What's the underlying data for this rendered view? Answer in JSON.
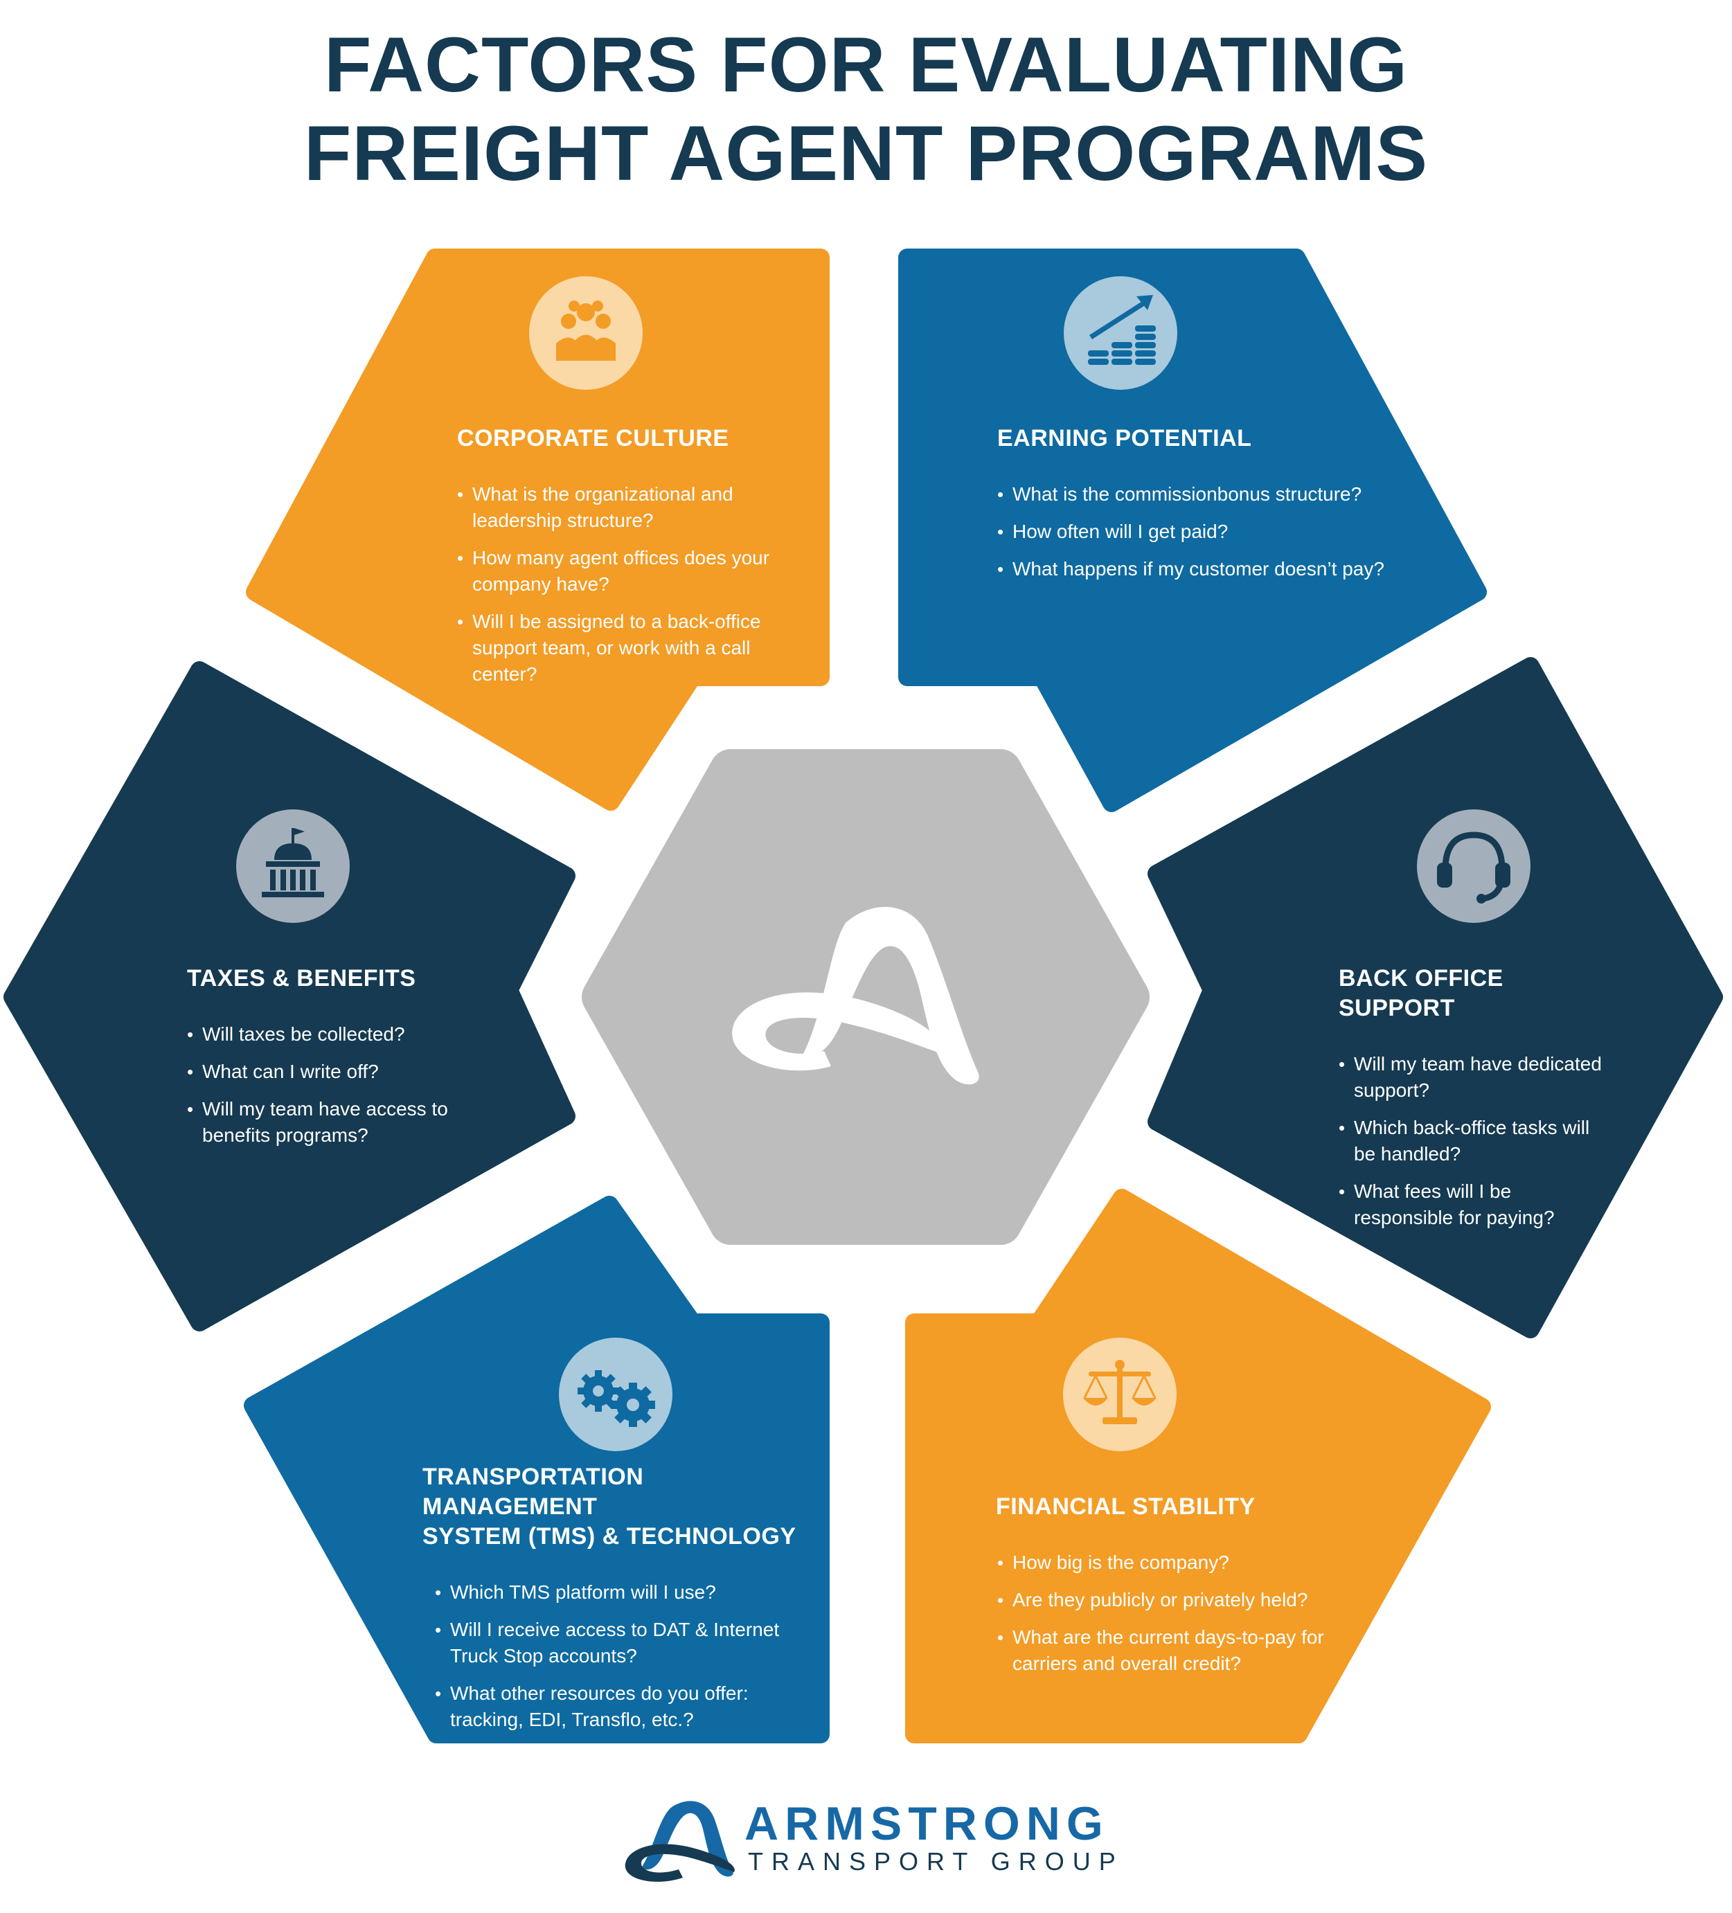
{
  "title": {
    "line1": "FACTORS FOR EVALUATING",
    "line2": "FREIGHT AGENT PROGRAMS"
  },
  "colors": {
    "title": "#153a51",
    "orange": "#f39c26",
    "blue": "#0e6aa0",
    "navy": "#153a51",
    "center_gray": "#bdbdbd"
  },
  "panels": {
    "corporate_culture": {
      "icon": "people-group-icon",
      "heading": "CORPORATE CULTURE",
      "bullets": [
        "What is the organizational and leadership structure?",
        "How many agent offices does your company have?",
        "Will I be assigned to a back-office support team, or work with a call center?"
      ]
    },
    "earning_potential": {
      "icon": "coins-growth-icon",
      "heading": "EARNING POTENTIAL",
      "bullets": [
        "What is the commissionbonus structure?",
        "How often will I get paid?",
        "What happens if my customer doesn’t pay?"
      ]
    },
    "taxes_benefits": {
      "icon": "government-building-icon",
      "heading": "TAXES & BENEFITS",
      "bullets": [
        "Will taxes be collected?",
        "What can I write off?",
        "Will my team have access to benefits programs?"
      ]
    },
    "back_office": {
      "icon": "headset-icon",
      "heading": "BACK OFFICE SUPPORT",
      "bullets": [
        "Will my team have dedicated support?",
        "Which back-office tasks will be handled?",
        "What fees will I be responsible for paying?"
      ]
    },
    "tms": {
      "icon": "gears-icon",
      "heading_line1": "TRANSPORTATION MANAGEMENT",
      "heading_line2": "SYSTEM (TMS) & TECHNOLOGY",
      "bullets": [
        "Which TMS platform will I use?",
        "Will I receive access to DAT & Internet Truck Stop accounts?",
        "What other resources do you offer: tracking, EDI, Transflo, etc.?"
      ]
    },
    "financial": {
      "icon": "balance-scale-icon",
      "heading": "FINANCIAL STABILITY",
      "bullets": [
        "How big is the company?",
        "Are they publicly or privately held?",
        "What are the current days-to-pay for carriers and overall credit?"
      ]
    }
  },
  "center": {
    "icon": "armstrong-a-logo-icon"
  },
  "logo": {
    "name": "ARMSTRONG",
    "tagline": "TRANSPORT GROUP"
  }
}
